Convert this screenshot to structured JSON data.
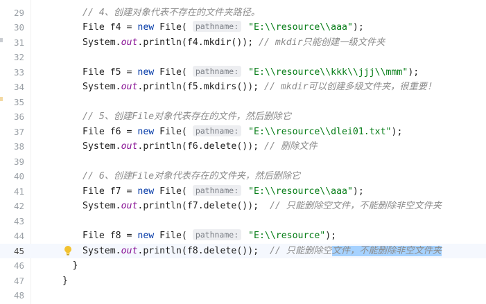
{
  "editor": {
    "lines": [
      {
        "n": "29",
        "tokens": [
          {
            "t": "cmt",
            "v": "// 4、创建对象代表不存在的文件夹路径。"
          }
        ],
        "indent": 4
      },
      {
        "n": "30",
        "tokens": [
          {
            "t": "plain",
            "v": "File f4 = "
          },
          {
            "t": "kw",
            "v": "new "
          },
          {
            "t": "plain",
            "v": "File( "
          },
          {
            "t": "hint",
            "v": "pathname:"
          },
          {
            "t": "str",
            "v": " \"E:\\\\resource\\\\aaa\""
          },
          {
            "t": "plain",
            "v": ");"
          }
        ],
        "indent": 4
      },
      {
        "n": "31",
        "tokens": [
          {
            "t": "plain",
            "v": "System."
          },
          {
            "t": "field",
            "v": "out"
          },
          {
            "t": "plain",
            "v": ".println(f4.mkdir()); "
          },
          {
            "t": "cmt",
            "v": "// mkdir只能创建一级文件夹"
          }
        ],
        "indent": 4
      },
      {
        "n": "32",
        "tokens": [],
        "indent": 4
      },
      {
        "n": "33",
        "tokens": [
          {
            "t": "plain",
            "v": "File f5 = "
          },
          {
            "t": "kw",
            "v": "new "
          },
          {
            "t": "plain",
            "v": "File( "
          },
          {
            "t": "hint",
            "v": "pathname:"
          },
          {
            "t": "str",
            "v": " \"E:\\\\resource\\\\kkk\\\\jjj\\\\mmm\""
          },
          {
            "t": "plain",
            "v": ");"
          }
        ],
        "indent": 4
      },
      {
        "n": "34",
        "tokens": [
          {
            "t": "plain",
            "v": "System."
          },
          {
            "t": "field",
            "v": "out"
          },
          {
            "t": "plain",
            "v": ".println(f5.mkdirs()); "
          },
          {
            "t": "cmt",
            "v": "// mkdir可以创建多级文件夹，很重要！"
          }
        ],
        "indent": 4
      },
      {
        "n": "35",
        "tokens": [],
        "indent": 4
      },
      {
        "n": "36",
        "tokens": [
          {
            "t": "cmt",
            "v": "// 5、创建File对象代表存在的文件，然后删除它"
          }
        ],
        "indent": 4
      },
      {
        "n": "37",
        "tokens": [
          {
            "t": "plain",
            "v": "File f6 = "
          },
          {
            "t": "kw",
            "v": "new "
          },
          {
            "t": "plain",
            "v": "File( "
          },
          {
            "t": "hint",
            "v": "pathname:"
          },
          {
            "t": "str",
            "v": " \"E:\\\\resource\\\\dlei01.txt\""
          },
          {
            "t": "plain",
            "v": ");"
          }
        ],
        "indent": 4
      },
      {
        "n": "38",
        "tokens": [
          {
            "t": "plain",
            "v": "System."
          },
          {
            "t": "field",
            "v": "out"
          },
          {
            "t": "plain",
            "v": ".println(f6.delete()); "
          },
          {
            "t": "cmt",
            "v": "// 删除文件"
          }
        ],
        "indent": 4
      },
      {
        "n": "39",
        "tokens": [],
        "indent": 4
      },
      {
        "n": "40",
        "tokens": [
          {
            "t": "cmt",
            "v": "// 6、创建File对象代表存在的文件夹，然后删除它"
          }
        ],
        "indent": 4
      },
      {
        "n": "41",
        "tokens": [
          {
            "t": "plain",
            "v": "File f7 = "
          },
          {
            "t": "kw",
            "v": "new "
          },
          {
            "t": "plain",
            "v": "File( "
          },
          {
            "t": "hint",
            "v": "pathname:"
          },
          {
            "t": "str",
            "v": " \"E:\\\\resource\\\\aaa\""
          },
          {
            "t": "plain",
            "v": ");"
          }
        ],
        "indent": 4
      },
      {
        "n": "42",
        "tokens": [
          {
            "t": "plain",
            "v": "System."
          },
          {
            "t": "field",
            "v": "out"
          },
          {
            "t": "plain",
            "v": ".println(f7.delete());  "
          },
          {
            "t": "cmt",
            "v": "// 只能删除空文件，不能删除非空文件夹"
          }
        ],
        "indent": 4
      },
      {
        "n": "43",
        "tokens": [],
        "indent": 4
      },
      {
        "n": "44",
        "tokens": [
          {
            "t": "plain",
            "v": "File f8 = "
          },
          {
            "t": "kw",
            "v": "new "
          },
          {
            "t": "plain",
            "v": "File( "
          },
          {
            "t": "hint",
            "v": "pathname:"
          },
          {
            "t": "str",
            "v": " \"E:\\\\resource\""
          },
          {
            "t": "plain",
            "v": ");"
          }
        ],
        "indent": 4
      },
      {
        "n": "45",
        "tokens": [
          {
            "t": "plain",
            "v": "System."
          },
          {
            "t": "field",
            "v": "out"
          },
          {
            "t": "plain",
            "v": ".println(f8.delete());  "
          },
          {
            "t": "cmt",
            "v": "// 只能删除空"
          },
          {
            "t": "cmtsel",
            "v": "文件，不能删除非空文件夹"
          }
        ],
        "indent": 4,
        "current": true
      },
      {
        "n": "46",
        "tokens": [
          {
            "t": "plain",
            "v": "}"
          }
        ],
        "indent": 2
      },
      {
        "n": "47",
        "tokens": [
          {
            "t": "plain",
            "v": "}"
          }
        ],
        "indent": 0
      },
      {
        "n": "48",
        "tokens": [],
        "indent": 0
      }
    ],
    "intention_icon": "lightbulb-icon",
    "colors": {
      "keyword": "#0037a6",
      "string": "#067d17",
      "comment": "#8c8c8c",
      "field": "#871094",
      "selection": "#a6d2ff"
    }
  }
}
